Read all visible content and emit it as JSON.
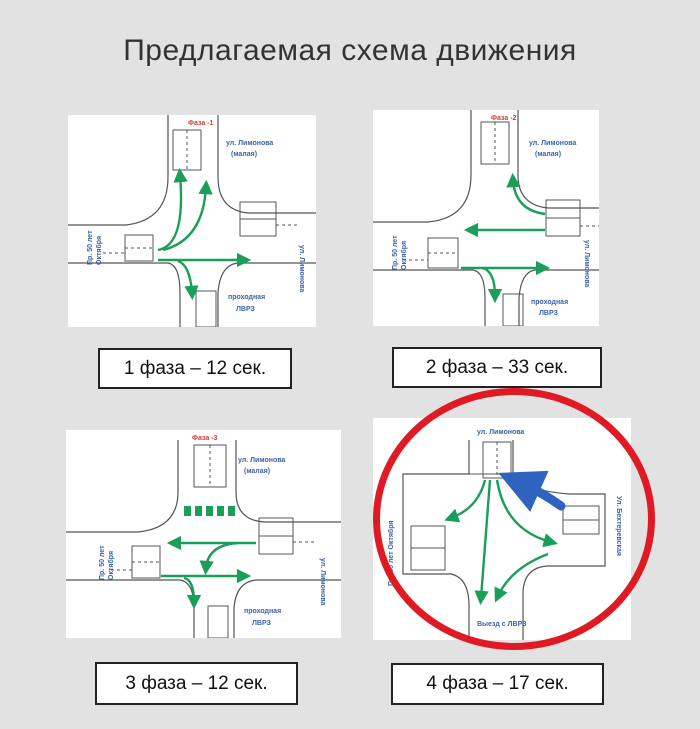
{
  "page": {
    "title": "Предлагаемая схема движения"
  },
  "colors": {
    "accent_green": "#1a9e5a",
    "street_blue": "#3a62a8",
    "phase_red": "#d23838",
    "ring_red": "#e01a22",
    "arrow_blue": "#2e63c0"
  },
  "phases": [
    {
      "phase_label": "Фаза -1",
      "street_top": "ул. Лимонова",
      "street_top_sub": "(малая)",
      "street_right": "ул. Лимонова",
      "street_left_1": "Пр. 50 лет",
      "street_left_2": "Октября",
      "street_bottom_1": "проходная",
      "street_bottom_2": "ЛВРЗ",
      "caption": "1 фаза – 12 сек."
    },
    {
      "phase_label": "Фаза -2",
      "street_top": "ул. Лимонова",
      "street_top_sub": "(малая)",
      "street_right": "ул. Лимонова",
      "street_left_1": "Пр. 50 лет",
      "street_left_2": "Октября",
      "street_bottom_1": "проходная",
      "street_bottom_2": "ЛВРЗ",
      "caption": "2 фаза – 33 сек."
    },
    {
      "phase_label": "Фаза -3",
      "street_top": "ул. Лимонова",
      "street_top_sub": "(малая)",
      "street_right": "ул. Лимонова",
      "street_left_1": "Пр. 50 лет",
      "street_left_2": "Октября",
      "street_bottom_1": "проходная",
      "street_bottom_2": "ЛВРЗ",
      "caption": "3 фаза – 12 сек."
    },
    {
      "street_top": "ул. Лимонова",
      "street_left": "Пр. 50 лет Октября",
      "street_right": "Ул. Бехтеревская",
      "street_bottom": "Выезд с ЛВРЗ",
      "caption": "4 фаза – 17 сек."
    }
  ]
}
